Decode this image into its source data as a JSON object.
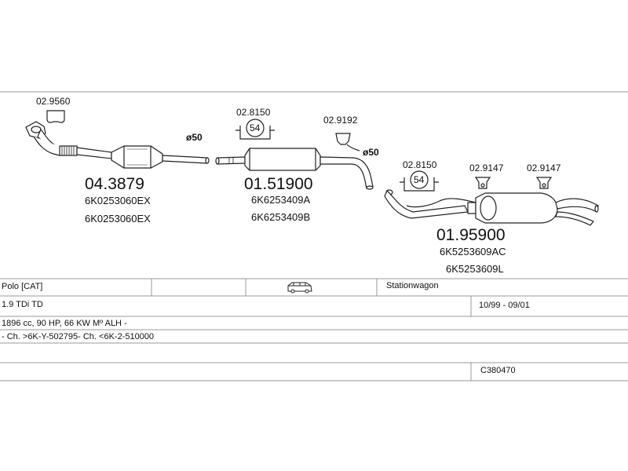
{
  "colors": {
    "line": "#222222",
    "border": "#9a9a9a",
    "fill": "#ffffff"
  },
  "parts": {
    "bracket_1": "02.9560",
    "front_pipe": {
      "code": "04.3879",
      "part_numbers": [
        "6K0253060EX",
        "6K0253060EX"
      ]
    },
    "diameter_1": "ø50",
    "clamp_1": {
      "code": "02.8150",
      "size": "54"
    },
    "middle_silencer": {
      "code": "01.51900",
      "part_numbers": [
        "6K6253409A",
        "6K6253409B"
      ]
    },
    "hanger_1": "02.9192",
    "diameter_2": "ø50",
    "clamp_2": {
      "code": "02.8150",
      "size": "54"
    },
    "hanger_2": "02.9147",
    "hanger_3": "02.9147",
    "rear_silencer": {
      "code": "01.95900",
      "part_numbers": [
        "6K5253609AC",
        "6K5253609L"
      ]
    }
  },
  "vehicle": {
    "model": "Polo  [CAT]",
    "vehicle_icon": "station-wagon-icon",
    "body": "Stationwagon",
    "engine": "1.9 TDi TD",
    "production": "10/99 - 09/01",
    "spec": "1896 cc, 90 HP, 66 KW Mº ALH -",
    "chassis": "- Ch. >6K-Y-502795- Ch. <6K-2-510000",
    "catalog_code": "C380470"
  }
}
